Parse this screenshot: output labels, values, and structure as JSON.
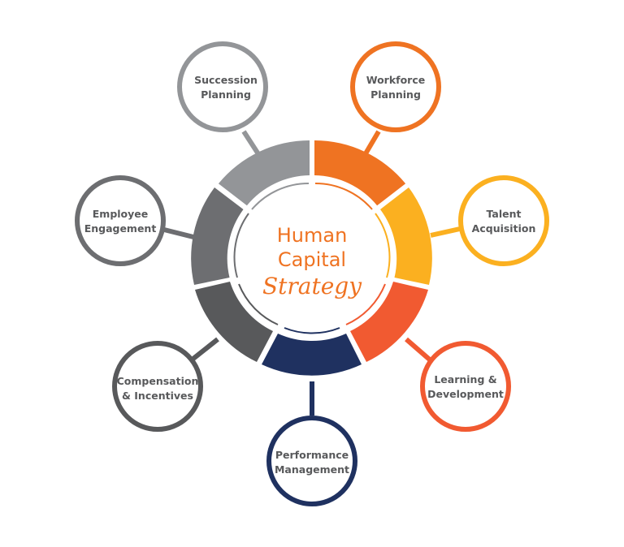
{
  "center": {
    "line1": "Human",
    "line2": "Capital",
    "line3": "Strategy",
    "color": "#ef7322"
  },
  "nodes": [
    {
      "id": "succession-planning",
      "line1": "Succession",
      "line2": "Planning",
      "color": "#939598"
    },
    {
      "id": "workforce-planning",
      "line1": "Workforce",
      "line2": "Planning",
      "color": "#ef7322"
    },
    {
      "id": "talent-acquisition",
      "line1": "Talent",
      "line2": "Acquisition",
      "color": "#fbb020"
    },
    {
      "id": "learning-development",
      "line1": "Learning &",
      "line2": "Development",
      "color": "#f15a31"
    },
    {
      "id": "performance-management",
      "line1": "Performance",
      "line2": "Management",
      "color": "#1f3160"
    },
    {
      "id": "compensation-incentives",
      "line1": "Compensation",
      "line2": "& Incentives",
      "color": "#58595b"
    },
    {
      "id": "employee-engagement",
      "line1": "Employee",
      "line2": "Engagement",
      "color": "#6d6e71"
    }
  ]
}
